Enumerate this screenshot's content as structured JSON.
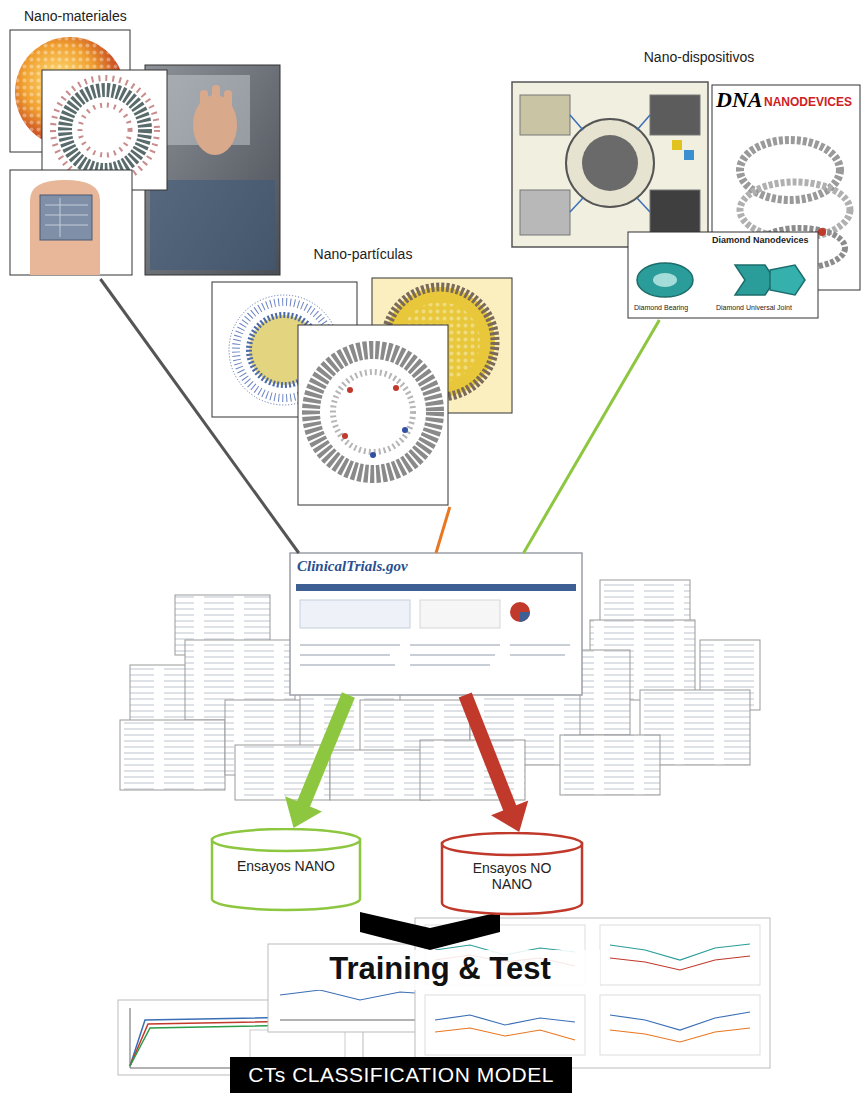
{
  "diagram": {
    "nodes": [
      {
        "text": [
          "Nano-materiales"
        ]
      },
      {
        "text": [
          "Nano-partículas"
        ]
      },
      {
        "text": [
          "Nano-dispositivos"
        ]
      },
      {
        "text": [
          "ClinicalTrials.gov"
        ]
      },
      {
        "text": [
          "Ensayos NANO"
        ]
      },
      {
        "text": [
          "Ensayos NO NANO"
        ]
      },
      {
        "text": [
          "Training & Test"
        ]
      },
      {
        "text": [
          "CTs CLASSIFICATION MODEL"
        ]
      }
    ],
    "edges": [
      {
        "from": 0,
        "to": 3,
        "arrow": "none"
      },
      {
        "from": 1,
        "to": 3,
        "arrow": "none"
      },
      {
        "from": 2,
        "to": 3,
        "arrow": "none"
      },
      {
        "from": 3,
        "to": 4,
        "arrow": "to"
      },
      {
        "from": 3,
        "to": 5,
        "arrow": "to"
      }
    ],
    "labels": [
      "DNA",
      "NANODEVICES",
      "Diamond Nanodevices",
      "Diamond Bearing",
      "Diamond Universal Joint"
    ]
  }
}
